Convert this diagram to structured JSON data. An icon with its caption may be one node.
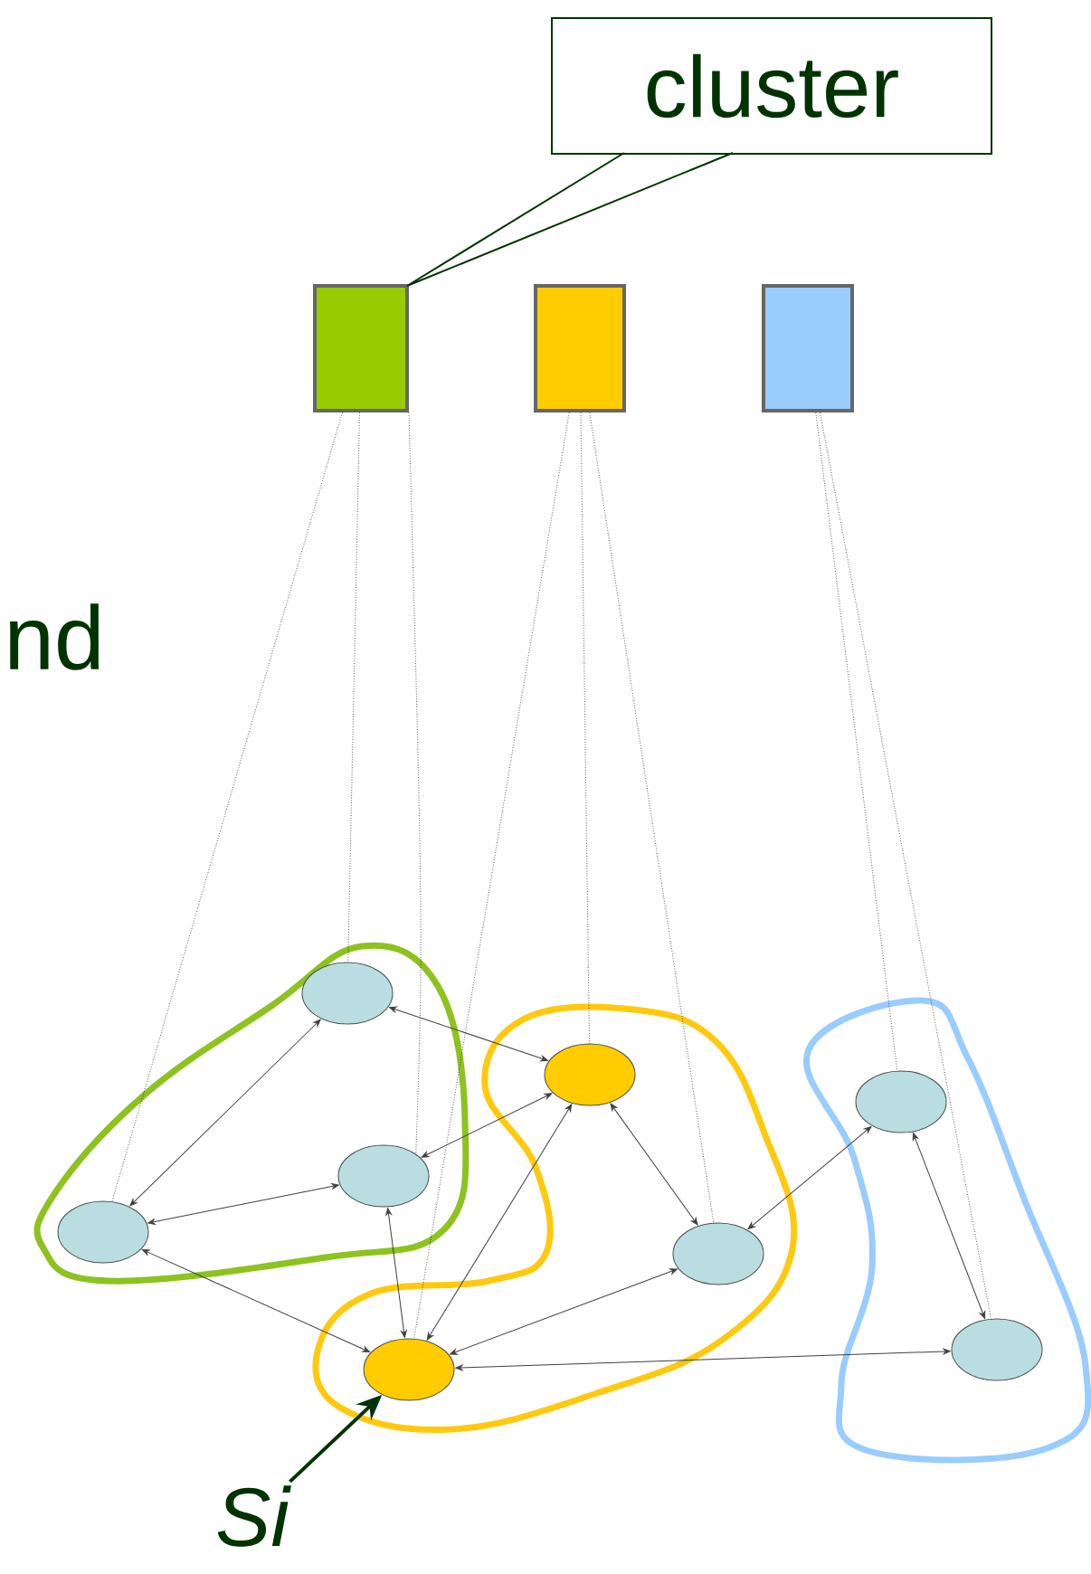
{
  "diagram": {
    "nodes": [
      {
        "text": [
          "cluster"
        ]
      },
      {
        "text": [],
        "shape": "box"
      },
      {
        "text": [],
        "shape": "box"
      },
      {
        "text": [],
        "shape": "box"
      },
      {
        "text": [],
        "shape": "ellipse"
      },
      {
        "text": [],
        "shape": "ellipse"
      },
      {
        "text": [],
        "shape": "ellipse"
      },
      {
        "text": [],
        "shape": "ellipse"
      },
      {
        "text": [],
        "shape": "ellipse"
      },
      {
        "text": [],
        "shape": "ellipse"
      },
      {
        "text": [],
        "shape": "ellipse"
      },
      {
        "text": [],
        "shape": "ellipse"
      },
      {
        "text": [
          "*Si*"
        ]
      }
    ],
    "edges": [
      {
        "from": 0,
        "to": 1,
        "arrow": "none",
        "color": "#003300"
      },
      {
        "from": 1,
        "to": 4,
        "arrow": "none",
        "style": "dashed"
      },
      {
        "from": 1,
        "to": 7,
        "arrow": "none",
        "style": "dashed"
      },
      {
        "from": 1,
        "to": 8,
        "arrow": "none",
        "style": "dashed"
      },
      {
        "from": 2,
        "to": 5,
        "arrow": "none",
        "style": "dashed"
      },
      {
        "from": 2,
        "to": 9,
        "arrow": "none",
        "style": "dashed"
      },
      {
        "from": 2,
        "to": 11,
        "arrow": "none",
        "style": "dashed"
      },
      {
        "from": 3,
        "to": 6,
        "arrow": "none",
        "style": "dashed"
      },
      {
        "from": 3,
        "to": 10,
        "arrow": "none",
        "style": "dashed"
      },
      {
        "from": 4,
        "to": 8,
        "arrow": "both"
      },
      {
        "from": 4,
        "to": 5,
        "arrow": "both"
      },
      {
        "from": 7,
        "to": 8,
        "arrow": "both"
      },
      {
        "from": 7,
        "to": 5,
        "arrow": "both"
      },
      {
        "from": 7,
        "to": 11,
        "arrow": "both"
      },
      {
        "from": 8,
        "to": 11,
        "arrow": "both"
      },
      {
        "from": 5,
        "to": 11,
        "arrow": "both"
      },
      {
        "from": 5,
        "to": 9,
        "arrow": "both"
      },
      {
        "from": 9,
        "to": 11,
        "arrow": "both"
      },
      {
        "from": 9,
        "to": 6,
        "arrow": "both"
      },
      {
        "from": 6,
        "to": 10,
        "arrow": "both"
      },
      {
        "from": 11,
        "to": 10,
        "arrow": "both"
      },
      {
        "from": 12,
        "to": 11,
        "arrow": "to",
        "style": "thick",
        "color": "#003300"
      }
    ],
    "labels": [
      "nd"
    ]
  }
}
